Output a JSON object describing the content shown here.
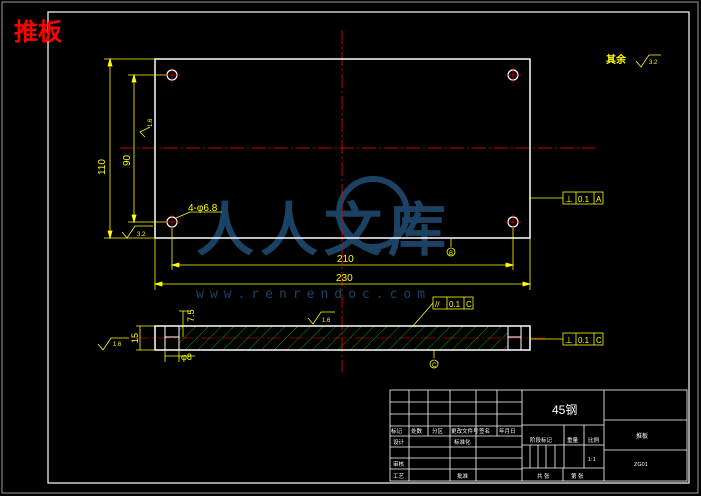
{
  "title": "推板",
  "watermark": {
    "text": "人人文库",
    "url": "www.renrendoc.com"
  },
  "surface_note": {
    "label": "其余",
    "roughness": "3.2"
  },
  "front_view": {
    "dim_width_outer": "230",
    "dim_width_holes": "210",
    "dim_height_outer": "110",
    "dim_height_holes": "90",
    "hole_callout": "4-φ6.8",
    "roughness_top": "1.6",
    "roughness_left": "3.2",
    "tolerance": {
      "symbol": "⊥",
      "value": "0.1",
      "datum": "A"
    },
    "datum_label": "B"
  },
  "section_view": {
    "dim_thickness": "15",
    "dim_counterbore_depth": "7.5",
    "dim_counterbore_dia": "φ8",
    "roughness_top": "1.6",
    "roughness_left": "1.6",
    "tolerance_top": {
      "symbol": "//",
      "value": "0.1",
      "datum": "C"
    },
    "tolerance_right": {
      "symbol": "⊥",
      "value": "0.1",
      "datum": "C"
    },
    "datum_label": "C"
  },
  "title_block": {
    "material": "45钢",
    "headers": [
      "标记",
      "处数",
      "分区",
      "更改文件号",
      "签名",
      "年月日"
    ],
    "left_rows": [
      "设计",
      "审核",
      "工艺"
    ],
    "standardization": "标准化",
    "approve": "批准",
    "stage_labels": [
      "阶段标记",
      "重量",
      "比例"
    ],
    "scale": "1:1",
    "sheets_total": "共 张",
    "sheet_no": "第 张",
    "part_name": "推板",
    "drawing_no": "ZG01"
  },
  "colors": {
    "background": "#000000",
    "outline": "#ffffff",
    "dimension": "#ffff00",
    "centerline": "#ff0000",
    "title_red": "#ff0000",
    "hatch": "#00ff00",
    "watermark": "#1e4a6e"
  }
}
